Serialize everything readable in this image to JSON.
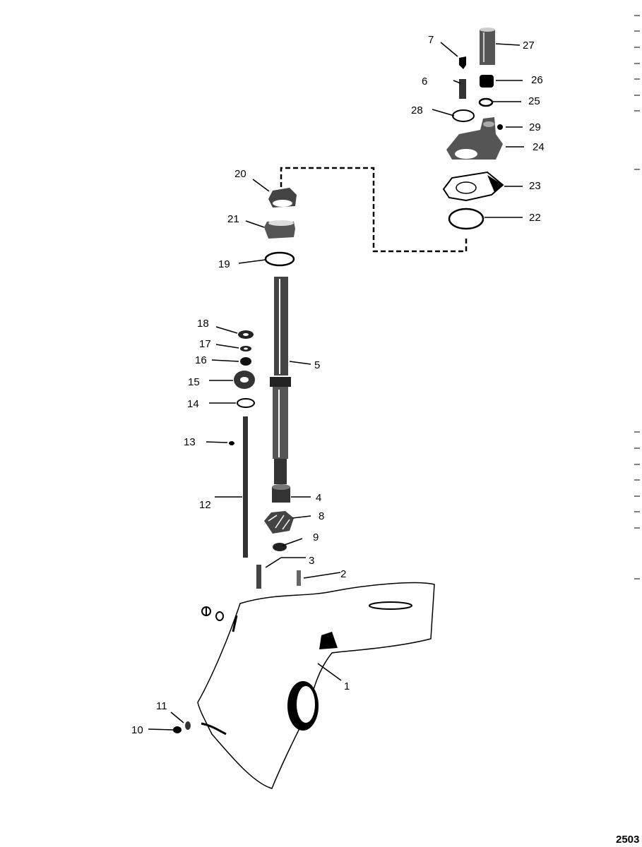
{
  "figure_number": "2503",
  "parts": [
    {
      "number": "1"
    },
    {
      "number": "2"
    },
    {
      "number": "3"
    },
    {
      "number": "4"
    },
    {
      "number": "5"
    },
    {
      "number": "6"
    },
    {
      "number": "7"
    },
    {
      "number": "8"
    },
    {
      "number": "9"
    },
    {
      "number": "10"
    },
    {
      "number": "11"
    },
    {
      "number": "12"
    },
    {
      "number": "13"
    },
    {
      "number": "14"
    },
    {
      "number": "15"
    },
    {
      "number": "16"
    },
    {
      "number": "17"
    },
    {
      "number": "18"
    },
    {
      "number": "19"
    },
    {
      "number": "20"
    },
    {
      "number": "21"
    },
    {
      "number": "22"
    },
    {
      "number": "23"
    },
    {
      "number": "24"
    },
    {
      "number": "25"
    },
    {
      "number": "26"
    },
    {
      "number": "27"
    },
    {
      "number": "28"
    },
    {
      "number": "29"
    }
  ]
}
